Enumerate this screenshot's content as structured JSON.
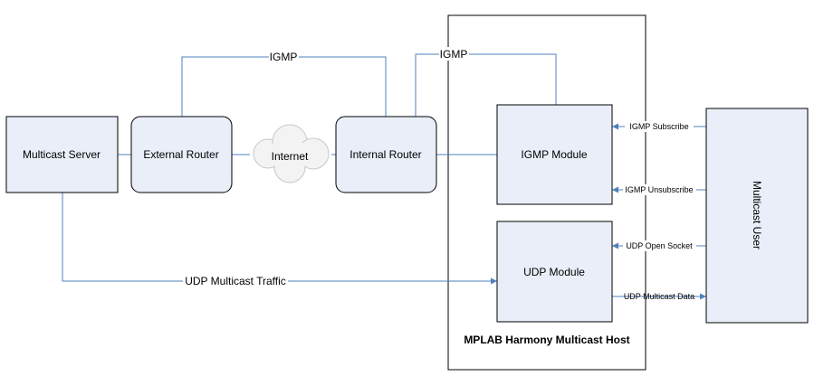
{
  "nodes": {
    "multicast_server": "Multicast Server",
    "external_router": "External Router",
    "internet": "Internet",
    "internal_router": "Internal Router",
    "igmp_module": "IGMP Module",
    "udp_module": "UDP Module",
    "multicast_user": "Multicast User",
    "host_title": "MPLAB Harmony Multicast Host"
  },
  "edges": {
    "igmp_top": "IGMP",
    "igmp_inner": "IGMP",
    "udp_multicast_traffic": "UDP Multicast Traffic",
    "igmp_subscribe": "IGMP Subscribe",
    "igmp_unsubscribe": "IGMP Unsubscribe",
    "udp_open_socket": "UDP Open Socket",
    "udp_multicast_data": "UDP Multicast Data"
  },
  "colors": {
    "box_fill": "#e9eef8",
    "connector": "#4f81bd"
  }
}
